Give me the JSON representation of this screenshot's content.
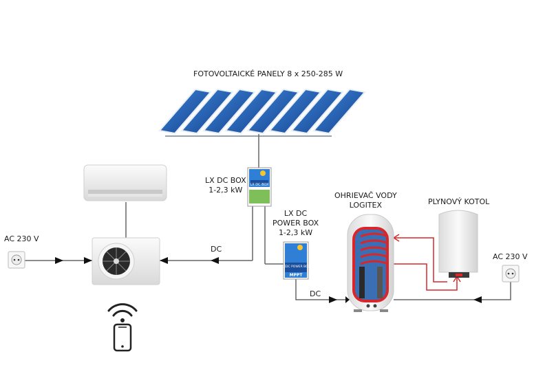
{
  "labels": {
    "panels_title": "FOTOVOLTAICKÉ PANELY 8 x 250-285 W",
    "dc_box_line1": "LX DC BOX",
    "dc_box_line2": "1-2,3 kW",
    "power_box_line1": "LX DC",
    "power_box_line2": "POWER BOX",
    "power_box_line3": "1-2,3 kW",
    "heater_line1": "OHRIEVAČ VODY",
    "heater_line2": "LOGITEX",
    "boiler": "PLYNOVÝ KOTOL",
    "ac_left": "AC 230 V",
    "ac_right": "AC 230 V",
    "dc_left": "DC",
    "dc_bottom": "DC",
    "device_text_box": "LX DC BOX",
    "device_text_power": "LXDC POWER BOX",
    "device_text_mppt": "MPPT"
  },
  "colors": {
    "panel_blue": "#1f5fb8",
    "panel_frame": "#e8eef6",
    "wire_gray": "#555555",
    "hot_red": "#d9262a",
    "heater_body": "#f2f2f2"
  }
}
